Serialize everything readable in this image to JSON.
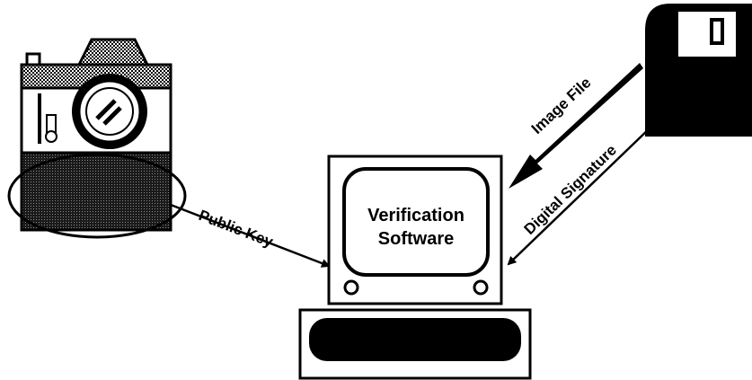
{
  "screen_text": {
    "verification_line1": "Verification",
    "verification_line2": "Software",
    "public_key_label": "Public Key",
    "image_file_label": "Image File",
    "digital_signature_label": "Digital Signature"
  },
  "icons": [
    "camera-icon",
    "floppy-disk-icon",
    "computer-monitor-icon",
    "keyboard-icon"
  ],
  "colors": {
    "ink": "#000000",
    "paper": "#ffffff",
    "halftone": "#9a9a9a"
  }
}
